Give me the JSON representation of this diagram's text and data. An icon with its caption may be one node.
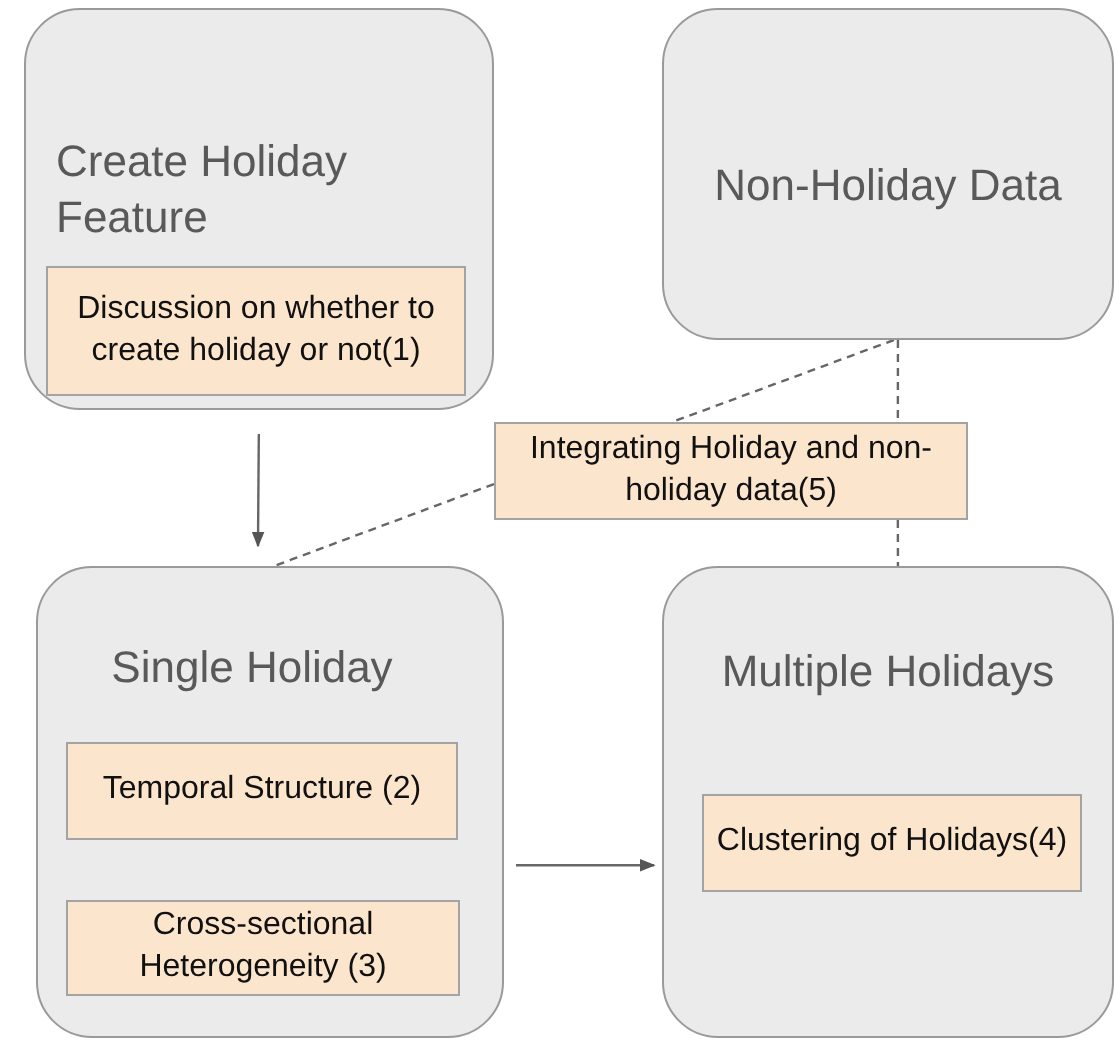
{
  "diagram": {
    "nodes": [
      {
        "text": [
          "Create Holiday Feature"
        ]
      },
      {
        "text": [
          "Discussion on whether to create holiday or not(1)"
        ],
        "in": 0
      },
      {
        "text": [
          "Non-Holiday Data"
        ]
      },
      {
        "text": [
          "Integrating Holiday and non-holiday data(5)"
        ]
      },
      {
        "text": [
          "Single Holiday"
        ]
      },
      {
        "text": [
          "Temporal Structure (2)"
        ],
        "in": 4
      },
      {
        "text": [
          "Cross-sectional Heterogeneity (3)"
        ],
        "in": 4
      },
      {
        "text": [
          "Multiple Holidays"
        ]
      },
      {
        "text": [
          "Clustering of Holidays(4)"
        ],
        "in": 7
      }
    ],
    "edges": [
      {
        "from": 0,
        "to": 4,
        "arrow": "to"
      },
      {
        "from": 4,
        "to": 7,
        "arrow": "to"
      },
      {
        "from": 2,
        "to": 3,
        "arrow": "none",
        "style": "dashed"
      },
      {
        "from": 3,
        "to": 4,
        "arrow": "none",
        "style": "dashed"
      },
      {
        "from": 2,
        "to": 3,
        "arrow": "none",
        "style": "dashed"
      },
      {
        "from": 3,
        "to": 7,
        "arrow": "none",
        "style": "dashed"
      }
    ]
  }
}
